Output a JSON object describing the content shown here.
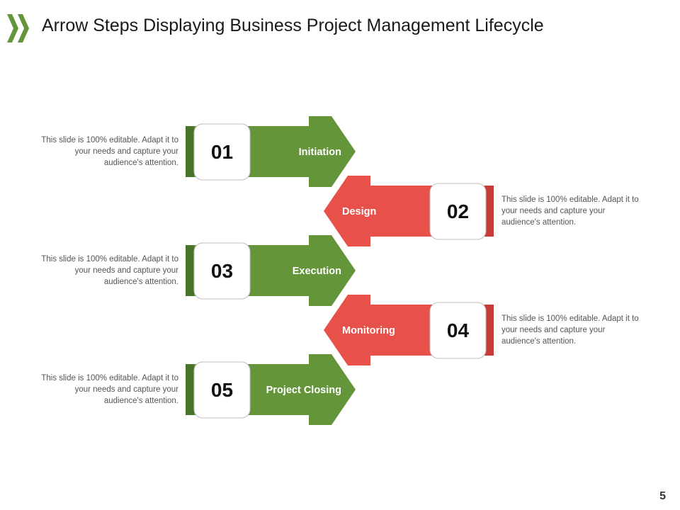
{
  "header": {
    "title": "Arrow Steps Displaying Business Project Management Lifecycle",
    "logo_icon": "double-chevron-icon"
  },
  "colors": {
    "green": "#65953a",
    "green_dark": "#4a7427",
    "red": "#e8504a",
    "red_dark": "#c63c37",
    "box_border": "#bfbfbf"
  },
  "steps": [
    {
      "number": "01",
      "label": "Initiation",
      "direction": "right",
      "color": "green",
      "description": "This slide is 100% editable. Adapt it to your needs and capture your audience's attention."
    },
    {
      "number": "02",
      "label": "Design",
      "direction": "left",
      "color": "red",
      "description": "This slide is 100% editable. Adapt it to your needs and capture your audience's attention."
    },
    {
      "number": "03",
      "label": "Execution",
      "direction": "right",
      "color": "green",
      "description": "This slide is 100% editable. Adapt it to your needs and capture your audience's attention."
    },
    {
      "number": "04",
      "label": "Monitoring",
      "direction": "left",
      "color": "red",
      "description": "This slide is 100% editable. Adapt it to your needs and capture your audience's attention."
    },
    {
      "number": "05",
      "label": "Project Closing",
      "direction": "right",
      "color": "green",
      "description": "This slide is 100% editable. Adapt it to your needs and capture your audience's attention."
    }
  ],
  "page_number": "5"
}
